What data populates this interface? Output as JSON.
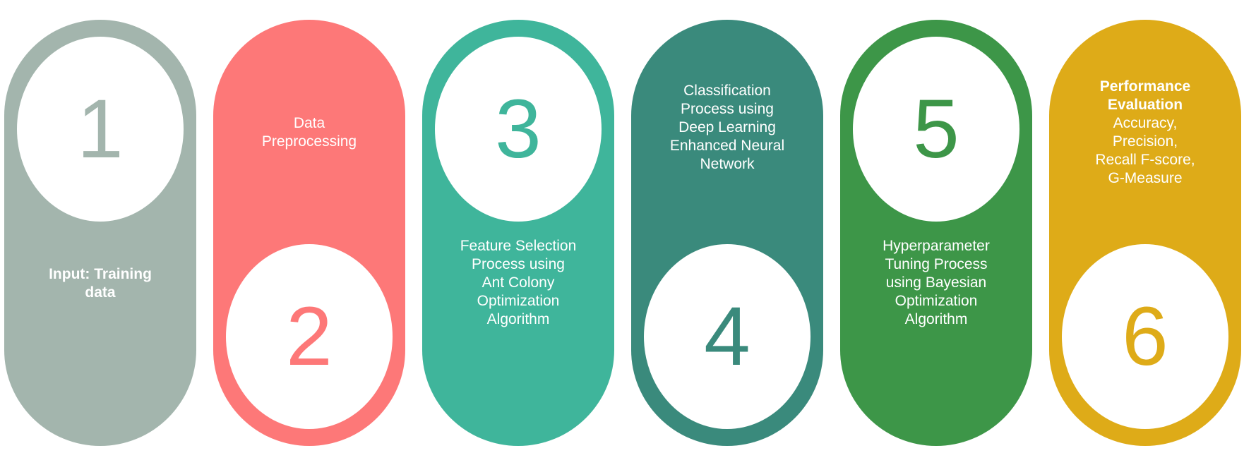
{
  "steps": [
    {
      "number": "1",
      "lines": [
        "Input: Training",
        "data"
      ],
      "color": "#a3b5ad"
    },
    {
      "number": "2",
      "lines": [
        "Data",
        "Preprocessing"
      ],
      "color": "#fd7878"
    },
    {
      "number": "3",
      "lines": [
        "Feature Selection",
        "Process using",
        "Ant Colony",
        "Optimization",
        "Algorithm"
      ],
      "color": "#3fb59b"
    },
    {
      "number": "4",
      "lines": [
        "Classification",
        "Process using",
        "Deep Learning",
        "Enhanced Neural",
        "Network"
      ],
      "color": "#3a8a7c"
    },
    {
      "number": "5",
      "lines": [
        "Hyperparameter",
        "Tuning Process",
        "using Bayesian",
        "Optimization",
        "Algorithm"
      ],
      "color": "#3d9648"
    },
    {
      "number": "6",
      "lines": [
        "Performance",
        "Evaluation",
        "Accuracy,",
        "Precision,",
        "Recall F-score,",
        "G-Measure"
      ],
      "color": "#deab18"
    }
  ]
}
